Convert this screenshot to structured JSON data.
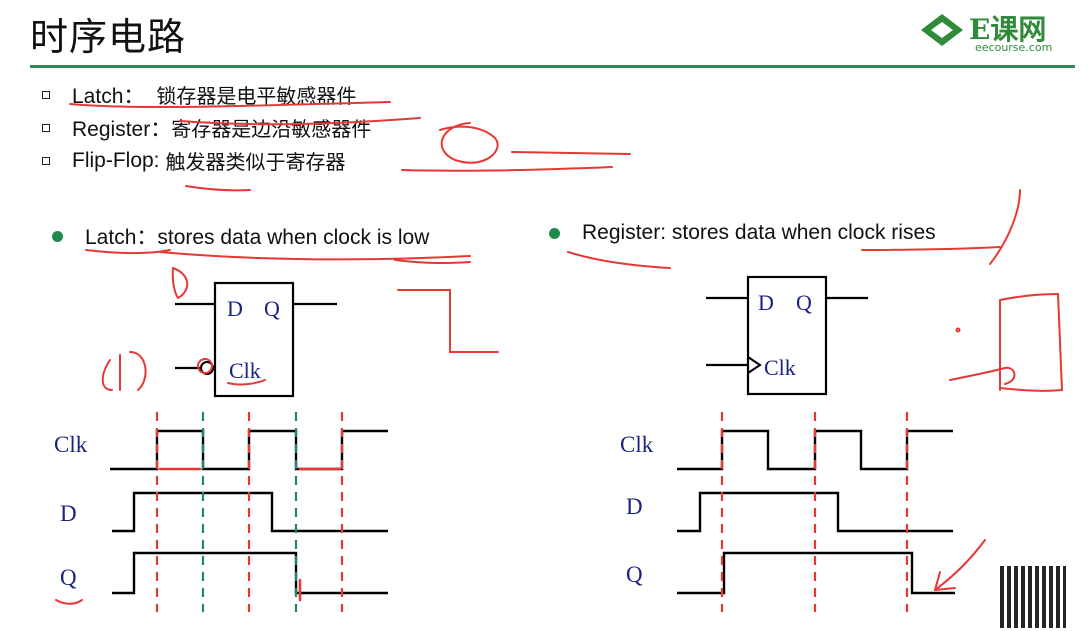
{
  "header": {
    "title": "时序电路"
  },
  "logo": {
    "brand": "E课网",
    "sub": "eecourse.com"
  },
  "bullets": [
    {
      "term": "Latch：",
      "desc": "锁存器是电平敏感器件"
    },
    {
      "term": "Register：",
      "desc": "寄存器是边沿敏感器件"
    },
    {
      "term": "Flip-Flop:",
      "desc": "触发器类似于寄存器"
    }
  ],
  "latch": {
    "heading": "Latch：stores data when clock is low",
    "block": {
      "d": "D",
      "q": "Q",
      "clk": "Clk"
    },
    "waves": {
      "clk": "Clk",
      "d": "D",
      "q": "Q"
    }
  },
  "register": {
    "heading": "Register: stores data when clock rises",
    "block": {
      "d": "D",
      "q": "Q",
      "clk": "Clk"
    },
    "waves": {
      "clk": "Clk",
      "d": "D",
      "q": "Q"
    }
  },
  "colors": {
    "accent_green": "#2e8b57",
    "annotation_red": "#e53935",
    "marker_teal": "#1e8a64",
    "label_blue": "#1a237e"
  }
}
